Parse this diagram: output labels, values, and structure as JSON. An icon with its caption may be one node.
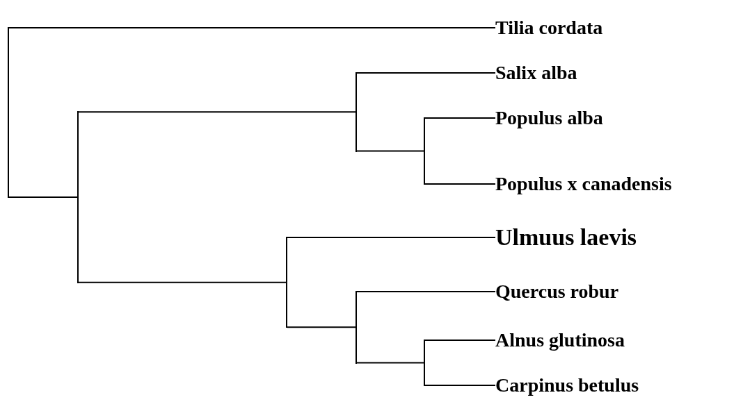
{
  "diagram": {
    "nodes": [
      {
        "text": [
          "Tilia cordata"
        ]
      },
      {
        "text": [
          "Salix alba"
        ]
      },
      {
        "text": [
          "Populus alba"
        ]
      },
      {
        "text": [
          "Populus x canadensis"
        ]
      },
      {
        "text": [
          "Ulmuus laevis"
        ]
      },
      {
        "text": [
          "Quercus robur"
        ]
      },
      {
        "text": [
          "Alnus glutinosa"
        ]
      },
      {
        "text": [
          "Carpinus betulus"
        ]
      },
      {
        "text": [],
        "shape": "bar"
      },
      {
        "text": [],
        "shape": "bar"
      },
      {
        "text": [],
        "shape": "bar"
      },
      {
        "text": [],
        "shape": "bar"
      },
      {
        "text": [],
        "shape": "bar"
      },
      {
        "text": [],
        "shape": "bar"
      },
      {
        "text": [],
        "shape": "bar"
      }
    ],
    "edges": [
      {
        "from": 8,
        "to": 0,
        "arrow": "none"
      },
      {
        "from": 8,
        "to": 9,
        "arrow": "none"
      },
      {
        "from": 9,
        "to": 11,
        "arrow": "none"
      },
      {
        "from": 9,
        "to": 10,
        "arrow": "none"
      },
      {
        "from": 11,
        "to": 1,
        "arrow": "none"
      },
      {
        "from": 11,
        "to": 13,
        "arrow": "none"
      },
      {
        "from": 13,
        "to": 2,
        "arrow": "none"
      },
      {
        "from": 13,
        "to": 3,
        "arrow": "none"
      },
      {
        "from": 10,
        "to": 4,
        "arrow": "none"
      },
      {
        "from": 10,
        "to": 12,
        "arrow": "none"
      },
      {
        "from": 12,
        "to": 5,
        "arrow": "none"
      },
      {
        "from": 12,
        "to": 14,
        "arrow": "none"
      },
      {
        "from": 14,
        "to": 6,
        "arrow": "none"
      },
      {
        "from": 14,
        "to": 7,
        "arrow": "none"
      }
    ]
  }
}
